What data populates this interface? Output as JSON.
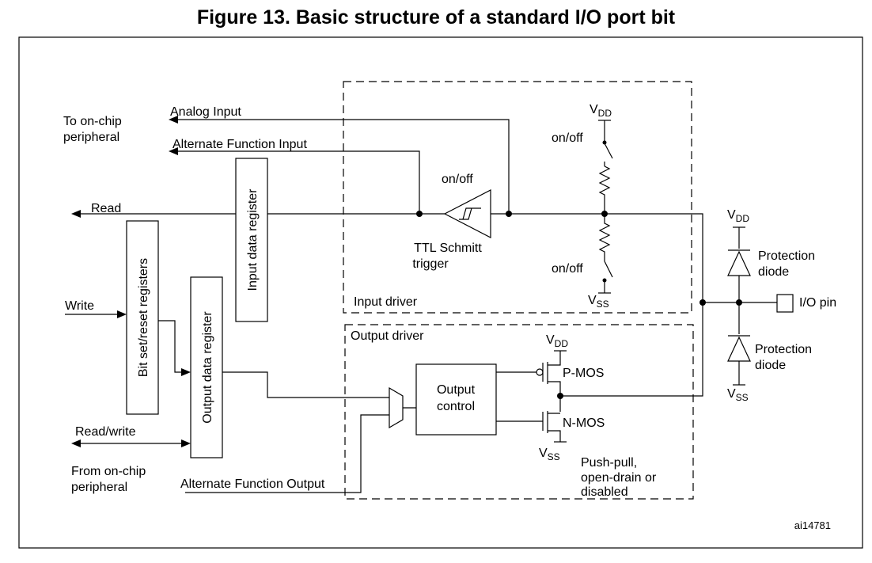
{
  "title": "Figure 13. Basic structure of a standard I/O port bit",
  "labels": {
    "analog_input": "Analog Input",
    "to_onchip_1": "To on-chip",
    "to_onchip_2": "peripheral",
    "alt_func_input": "Alternate Function Input",
    "read": "Read",
    "write": "Write",
    "read_write": "Read/write",
    "from_onchip_1": "From on-chip",
    "from_onchip_2": "peripheral",
    "alt_func_output": "Alternate Function Output",
    "input_data_register": "Input data register",
    "bit_set_reset_registers": "Bit set/reset registers",
    "output_data_register": "Output data register",
    "ttl_1": "TTL Schmitt",
    "ttl_2": "trigger",
    "on_off": "on/off",
    "input_driver": "Input driver",
    "output_driver": "Output driver",
    "output_control_1": "Output",
    "output_control_2": "control",
    "pmos": "P-MOS",
    "nmos": "N-MOS",
    "push_pull_1": "Push-pull,",
    "push_pull_2": "open-drain or",
    "push_pull_3": "disabled",
    "protection_1": "Protection",
    "protection_2": "diode",
    "io_pin": "I/O pin",
    "v": "V",
    "dd": "DD",
    "ss": "SS",
    "figure_id": "ai14781"
  }
}
